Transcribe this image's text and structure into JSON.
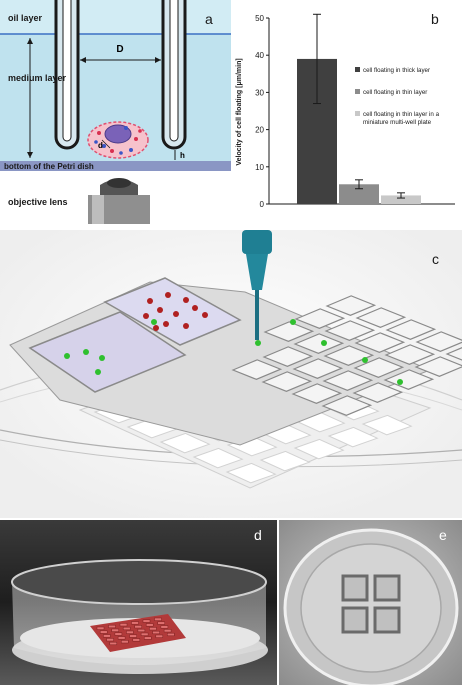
{
  "panel_a": {
    "letter": "a",
    "oil_layer": "oil layer",
    "medium_layer": "medium layer",
    "dimension_D": "D",
    "dimension_d": "d",
    "dimension_h": "h",
    "bottom": "bottom of the Petri dish",
    "objective": "objective lens"
  },
  "panel_b": {
    "letter": "b"
  },
  "panel_c": {
    "letter": "c"
  },
  "panel_d": {
    "letter": "d"
  },
  "panel_e": {
    "letter": "e"
  },
  "chart_data": {
    "type": "bar",
    "ylabel": "Velocity of cell floating [μm/min]",
    "ylim": [
      0,
      50
    ],
    "yticks": [
      0,
      10,
      20,
      30,
      40,
      50
    ],
    "grid": false,
    "legend_position": "right",
    "series": [
      {
        "name": "cell floating in thick layer",
        "value": 39,
        "error": 12,
        "color": "#404040"
      },
      {
        "name": "cell floating in thin layer",
        "value": 5.3,
        "error": 1.2,
        "color": "#8c8c8c"
      },
      {
        "name": "cell floating in thin layer in a miniature multi-well plate",
        "value": 2.3,
        "error": 0.7,
        "color": "#c8c8c8"
      }
    ]
  }
}
